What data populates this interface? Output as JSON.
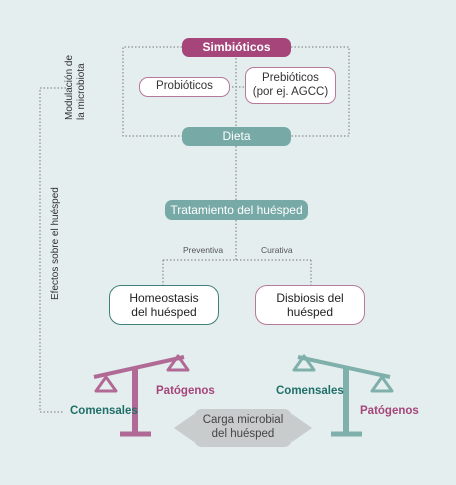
{
  "nodes": {
    "simbioticos": "Simbióticos",
    "probioticos": "Probióticos",
    "prebioticos": "Prebióticos\n(por ej. AGCC)",
    "dieta": "Dieta",
    "tratamiento": "Tratamiento del huésped",
    "homeostasis": "Homeostasis\ndel huésped",
    "disbiosis": "Disbiosis del\nhuésped",
    "carga": "Carga microbial\ndel huésped"
  },
  "branch_labels": {
    "preventiva": "Preventiva",
    "curativa": "Curativa"
  },
  "side_labels": {
    "modulacion": "Modulación de\nla microbiota",
    "efectos": "Efectos sobre el huésped"
  },
  "scales": {
    "left_low": "Comensales",
    "left_high": "Patógenos",
    "right_high": "Comensales",
    "right_low": "Patógenos"
  },
  "colors": {
    "magenta": "#a5457a",
    "teal": "#77aaa6",
    "dark_teal": "#1f6f68",
    "background": "#e4eeee"
  }
}
